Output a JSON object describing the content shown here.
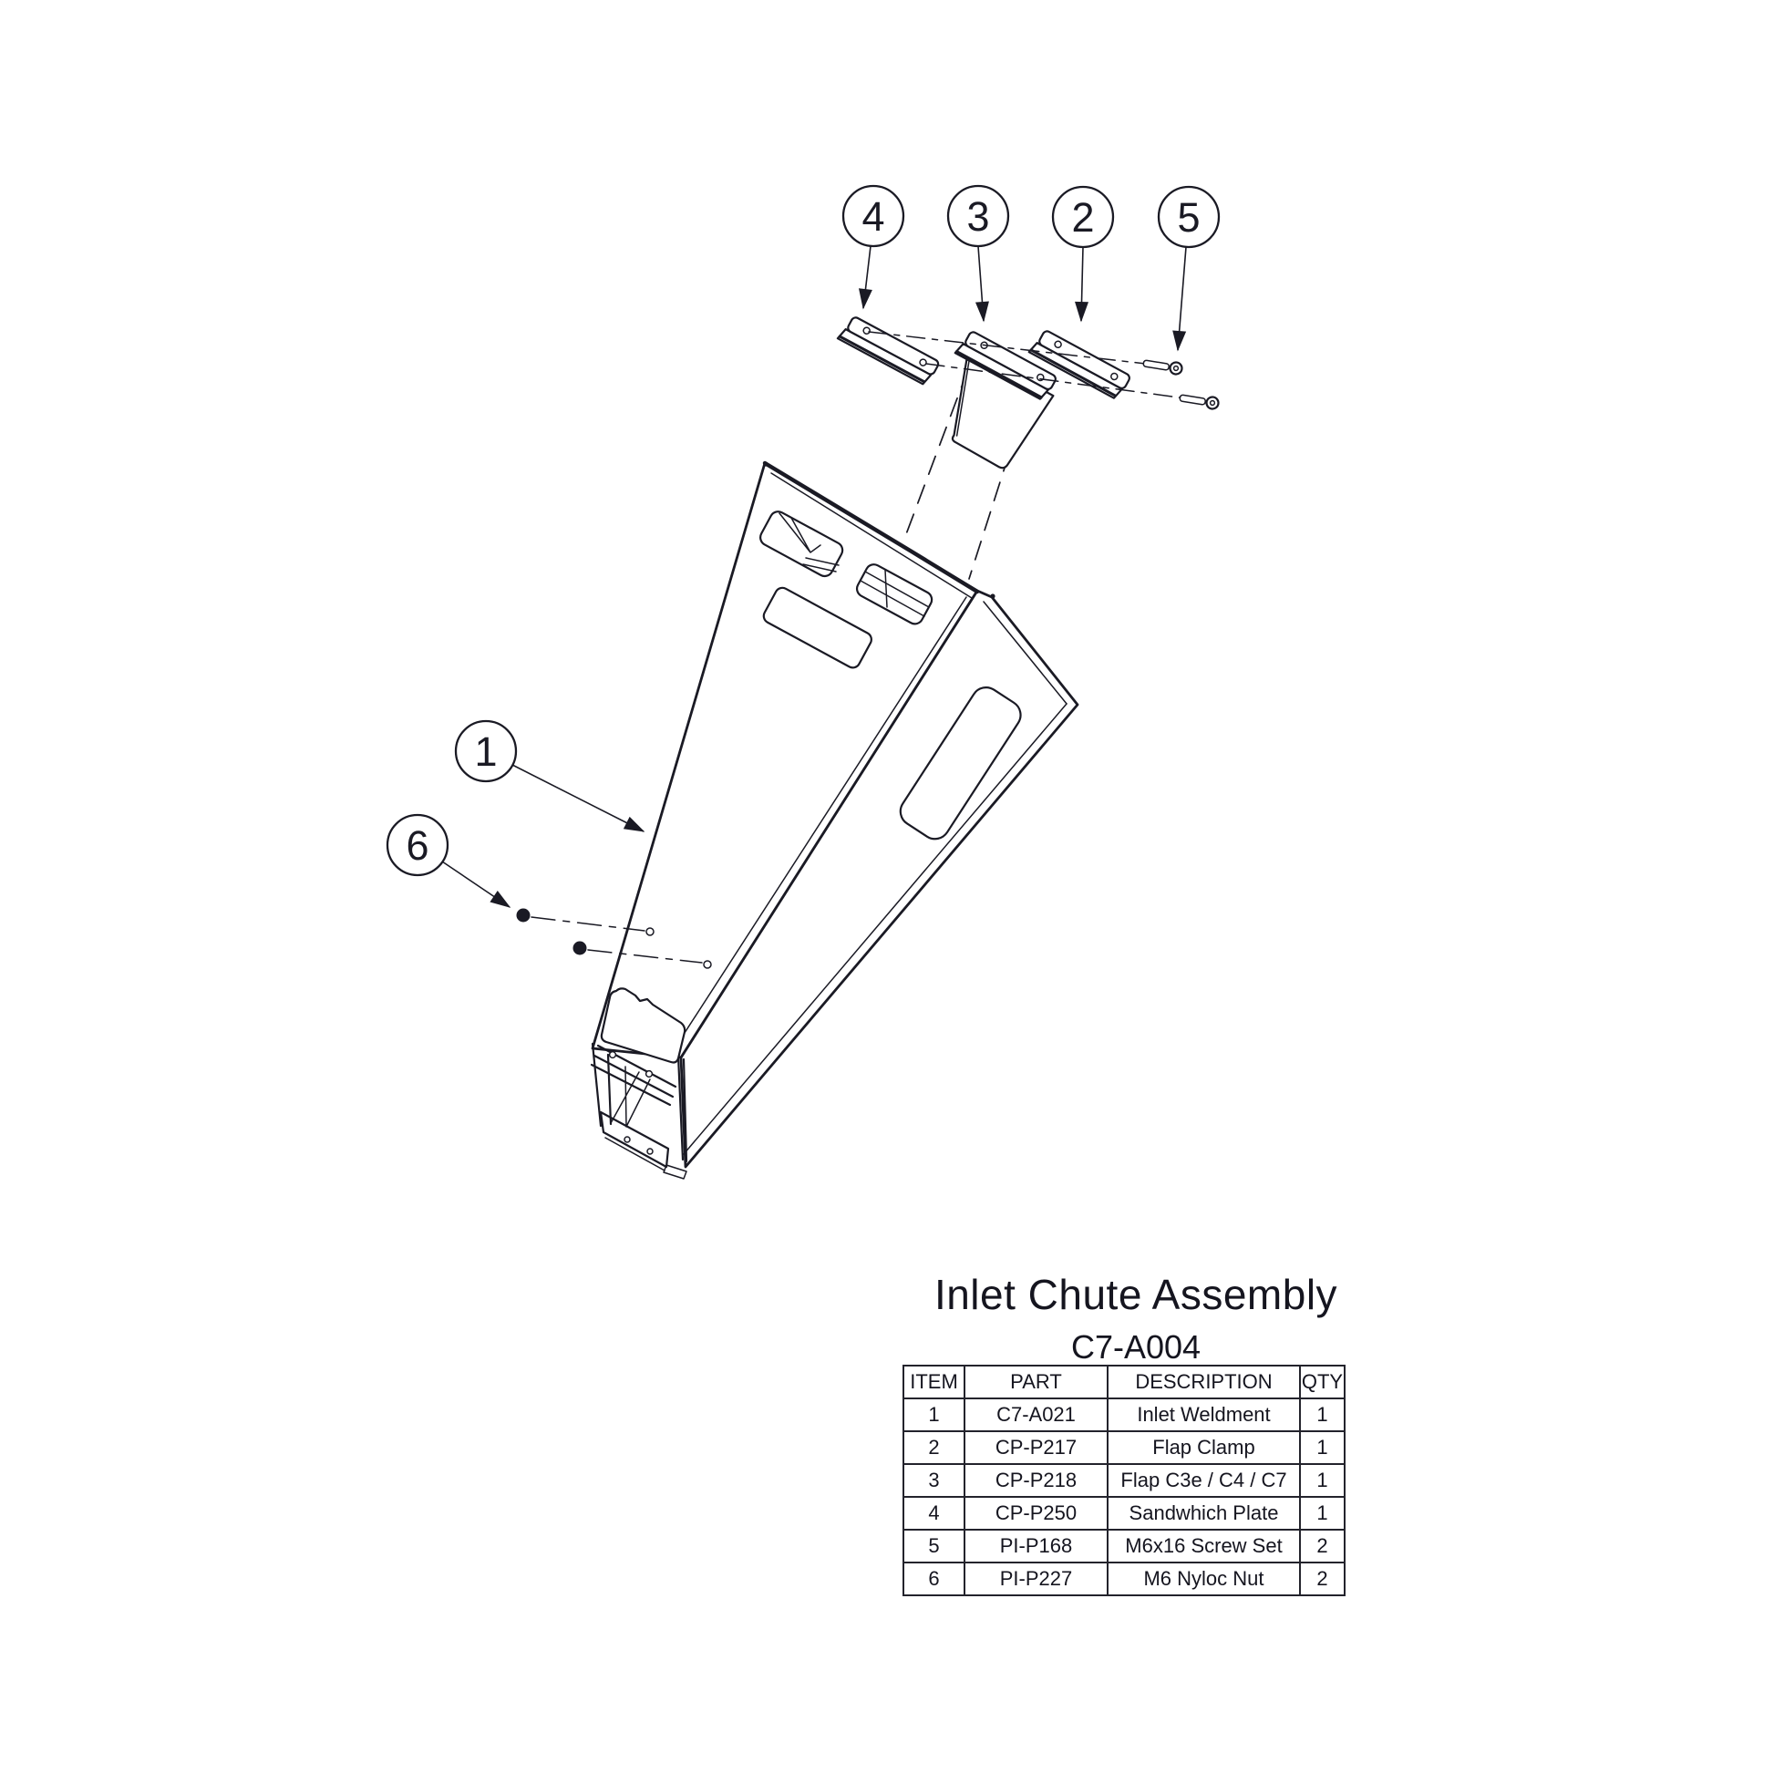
{
  "page": {
    "background": "#ffffff",
    "line_color": "#1a1a24"
  },
  "title_block": {
    "title": "Inlet Chute Assembly",
    "part_number": "C7-A004"
  },
  "bom": {
    "headers": [
      "ITEM",
      "PART",
      "DESCRIPTION",
      "QTY"
    ],
    "rows": [
      {
        "item": "1",
        "part": "C7-A021",
        "description": "Inlet Weldment",
        "qty": "1"
      },
      {
        "item": "2",
        "part": "CP-P217",
        "description": "Flap Clamp",
        "qty": "1"
      },
      {
        "item": "3",
        "part": "CP-P218",
        "description": "Flap C3e / C4 / C7",
        "qty": "1"
      },
      {
        "item": "4",
        "part": "CP-P250",
        "description": "Sandwhich Plate",
        "qty": "1"
      },
      {
        "item": "5",
        "part": "PI-P168",
        "description": "M6x16 Screw Set",
        "qty": "2"
      },
      {
        "item": "6",
        "part": "PI-P227",
        "description": "M6 Nyloc Nut",
        "qty": "2"
      }
    ]
  },
  "balloons": [
    {
      "label": "4"
    },
    {
      "label": "3"
    },
    {
      "label": "2"
    },
    {
      "label": "5"
    },
    {
      "label": "1"
    },
    {
      "label": "6"
    }
  ]
}
